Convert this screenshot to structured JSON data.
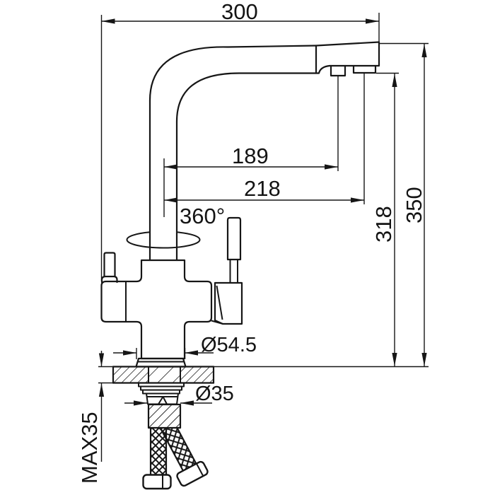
{
  "diagram": {
    "type": "technical-drawing",
    "subject": "Kitchen mixer faucet with filtered-water spout — front elevation with installation dimensions",
    "units": "mm",
    "labels": {
      "spout_width": "300",
      "outlet1_reach": "189",
      "outlet2_reach": "218",
      "swivel_angle": "360°",
      "outlet_height": "318",
      "overall_height": "350",
      "base_diameter": "Ø54.5",
      "shank_diameter": "Ø35",
      "max_deck_thickness": "MAX35"
    },
    "colors": {
      "line": "#161616",
      "background": "#ffffff"
    }
  }
}
